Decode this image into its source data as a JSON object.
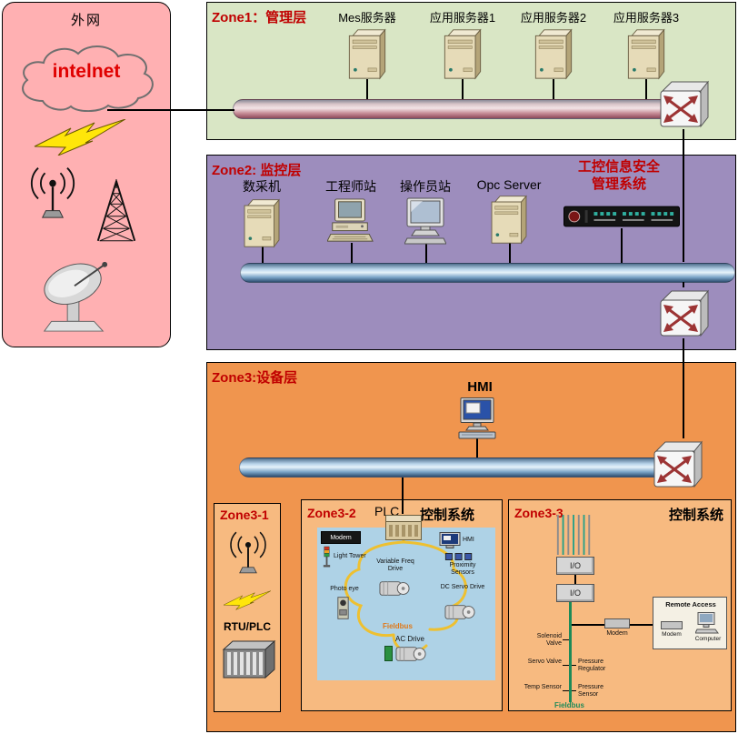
{
  "colors": {
    "external_bg": "#ffb0b2",
    "zone1_bg": "#d9e6c5",
    "zone2_bg": "#9d8dbd",
    "zone3_bg": "#f0954e",
    "subzone_bg": "#f7ba80",
    "title_red": "#c00000",
    "fieldbus_yellow": "#eec030",
    "fieldbus_green": "#1d8a58"
  },
  "external": {
    "title": "外网",
    "cloud_label": "intelnet"
  },
  "zone1": {
    "title": "Zone1：管理层",
    "servers": [
      {
        "label": "Mes服务器"
      },
      {
        "label": "应用服务器1"
      },
      {
        "label": "应用服务器2"
      },
      {
        "label": "应用服务器3"
      }
    ]
  },
  "zone2": {
    "title": "Zone2: 监控层",
    "security_title": "工控信息安全管理系统",
    "devices": [
      {
        "label": "数采机"
      },
      {
        "label": "工程师站"
      },
      {
        "label": "操作员站"
      },
      {
        "label": "Opc Server"
      }
    ]
  },
  "zone3": {
    "title": "Zone3:设备层",
    "hmi_label": "HMI",
    "sub1": {
      "title": "Zone3-1",
      "device_label": "RTU/PLC"
    },
    "sub2": {
      "title": "Zone3-2",
      "plc_label": "PLC",
      "heading": "控制系统",
      "modem": "Modem",
      "light_tower": "Light Tower",
      "vfd": "Variable Freq Drive",
      "hmi": "HMI",
      "proximity": "Proximity Sensors",
      "photo_eye": "Photo eye",
      "dc_servo": "DC Servo Drive",
      "fieldbus": "Fieldbus",
      "ac_drive": "AC Drive"
    },
    "sub3": {
      "title": "Zone3-3",
      "heading": "控制系统",
      "io1": "I/O",
      "io2": "I/O",
      "modem": "Modem",
      "remote_access": "Remote Access",
      "ra_modem": "Modem",
      "ra_computer": "Computer",
      "solenoid": "Solenoid Valve",
      "servo": "Servo Valve",
      "temp": "Temp Sensor",
      "pressure_regulator": "Pressure Regulator",
      "pressure_sensor": "Pressure Sensor",
      "fieldbus": "Fieldbus"
    }
  }
}
